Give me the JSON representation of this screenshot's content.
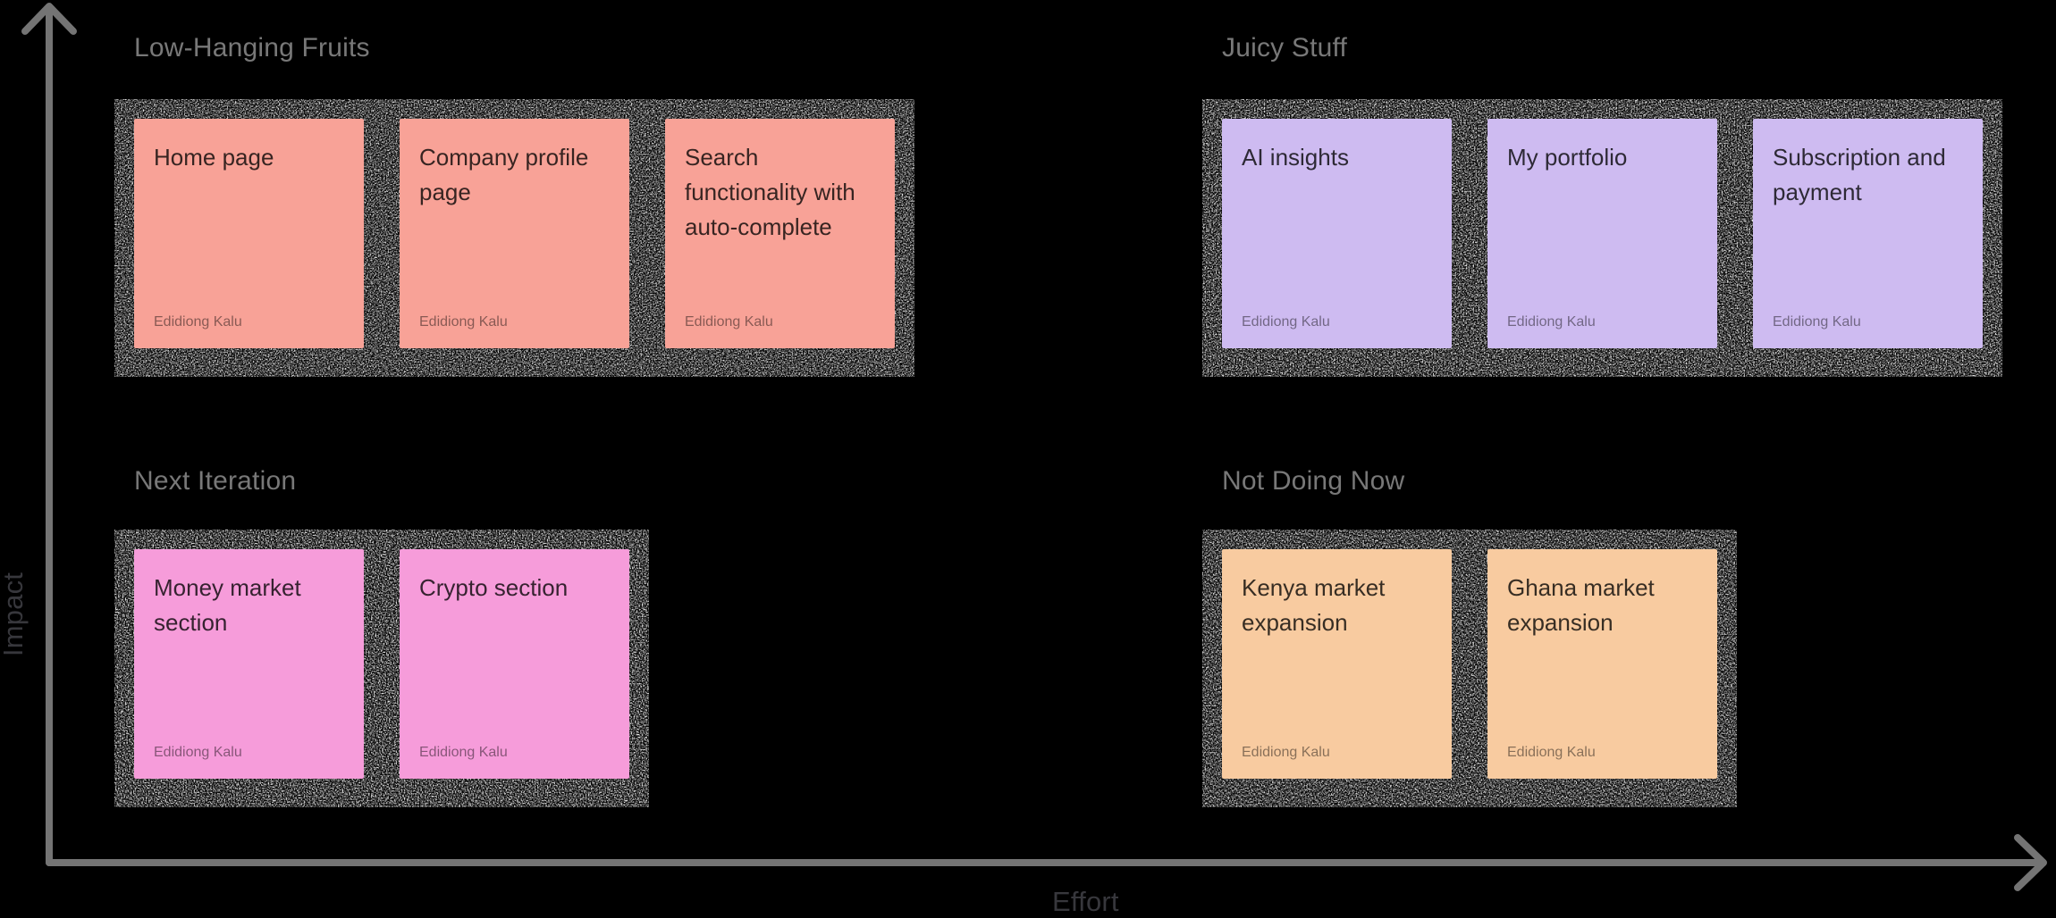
{
  "canvas": {
    "background": "#000000"
  },
  "axes": {
    "y_label": "Impact",
    "x_label": "Effort",
    "line_color": "#747474",
    "label_color": "#37373c"
  },
  "palette": {
    "quadrant_title_color": "#787878",
    "sticky_text_color": "rgba(0,0,0,0.78)",
    "sticky_author_color": "rgba(0,0,0,0.45)"
  },
  "quadrants": [
    {
      "key": "low-hanging-fruits",
      "title": "Low-Hanging Fruits",
      "color": "#F8A297",
      "notes": [
        {
          "text": "Home page",
          "author": "Edidiong Kalu"
        },
        {
          "text": "Company profile page",
          "author": "Edidiong Kalu"
        },
        {
          "text": "Search functionality with auto-complete",
          "author": "Edidiong Kalu"
        }
      ]
    },
    {
      "key": "juicy-stuff",
      "title": "Juicy Stuff",
      "color": "#CEBBF1",
      "notes": [
        {
          "text": "AI insights",
          "author": "Edidiong Kalu"
        },
        {
          "text": "My portfolio",
          "author": "Edidiong Kalu"
        },
        {
          "text": "Subscription and payment",
          "author": "Edidiong Kalu"
        }
      ]
    },
    {
      "key": "next-iteration",
      "title": "Next Iteration",
      "color": "#F69CDA",
      "notes": [
        {
          "text": "Money market section",
          "author": "Edidiong Kalu"
        },
        {
          "text": "Crypto section",
          "author": "Edidiong Kalu"
        }
      ]
    },
    {
      "key": "not-doing-now",
      "title": "Not Doing Now",
      "color": "#F8CBA0",
      "notes": [
        {
          "text": "Kenya market expansion",
          "author": "Edidiong Kalu"
        },
        {
          "text": "Ghana market expansion",
          "author": "Edidiong Kalu"
        }
      ]
    }
  ]
}
